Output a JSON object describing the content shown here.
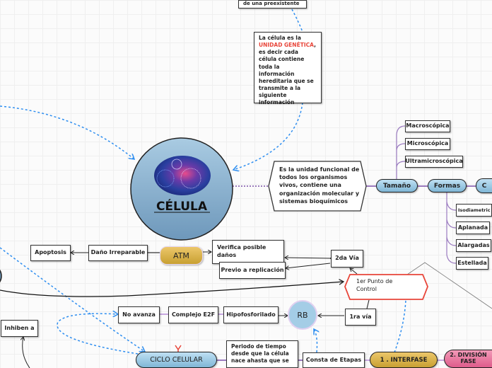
{
  "nodes": {
    "top_partial": "de una preexistente",
    "genetic": {
      "before": "La célula es la",
      "highlight": "UNIDAD GENÉTICA",
      "after": ", es decir cada célula contiene toda la información hereditaria que se transmite a la siguiente información"
    },
    "central": {
      "title": "CÉLULA"
    },
    "description": "Es la unidad funcional de todos los organismos vivos, contiene una organización molecular y sistemas bioquímicos",
    "tamano": "Tamaño",
    "tamano_items": [
      "Macroscópica",
      "Microscópica",
      "Ultramicroscópica"
    ],
    "formas": "Formas",
    "formas_items": [
      "Isodiametric",
      "Aplanada",
      "Alargadas",
      "Estellada"
    ],
    "next_pill": "C",
    "apoptosis": "Apoptosis",
    "dano": "Daño Irreparable",
    "atm": "ATM",
    "verifica": "Verifica posible daños",
    "previo": "Previo a replicación",
    "segunda_via": "2da Vía",
    "punto_control": "1er Punto de Control",
    "rb": "RB",
    "primera_via": "1ra vía",
    "no_avanza": "No avanza",
    "complejo": "Complejo E2F",
    "hipofosforilado": "Hipofosforilado",
    "inhiben": "Inhiben a",
    "ciclo": "CICLO CELULAR",
    "periodo": "Periodo de tiempo desde que la célula nace ahasta que se",
    "consta": "Consta de  Etapas",
    "interfase": "1 . INTERFASE",
    "division": "2. DIVISIÓN FASE"
  },
  "colors": {
    "blue_node": "#8fc1de",
    "gold_node": "#d9b24a",
    "pink_node": "#e86f98",
    "highlight": "#e8463a",
    "dotted_link": "#2e8ef0",
    "branch": "#7b4fa8"
  }
}
